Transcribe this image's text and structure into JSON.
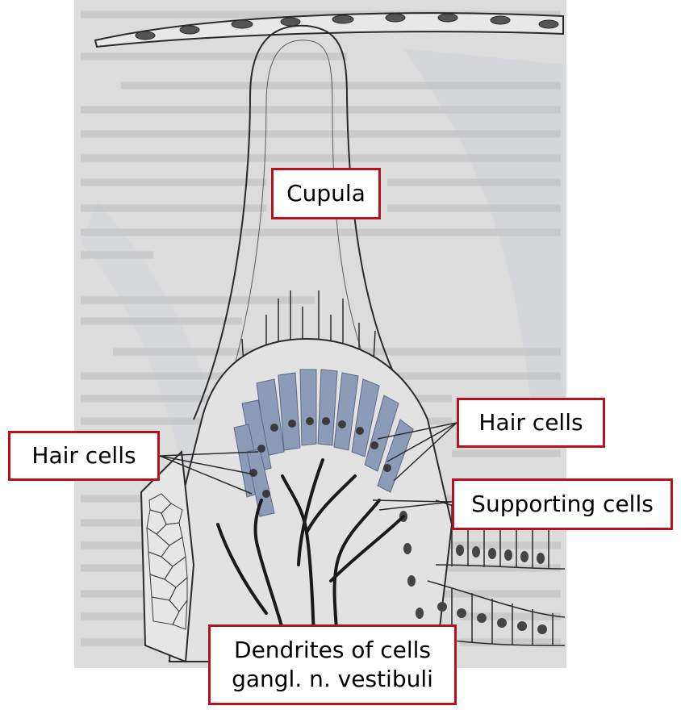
{
  "labels": {
    "cupula": "Cupula",
    "hair_cells_right": "Hair cells",
    "hair_cells_left": "Hair cells",
    "supporting_cells": "Supporting cells",
    "dendrites_line1": "Dendrites of cells",
    "dendrites_line2": "gangl. n. vestibuli"
  },
  "colors": {
    "label_border": "#b5121b",
    "hair_cell_fill": "#8b9bb8",
    "page_background": "#dcdcdc",
    "ink": "#2a2a2a"
  }
}
